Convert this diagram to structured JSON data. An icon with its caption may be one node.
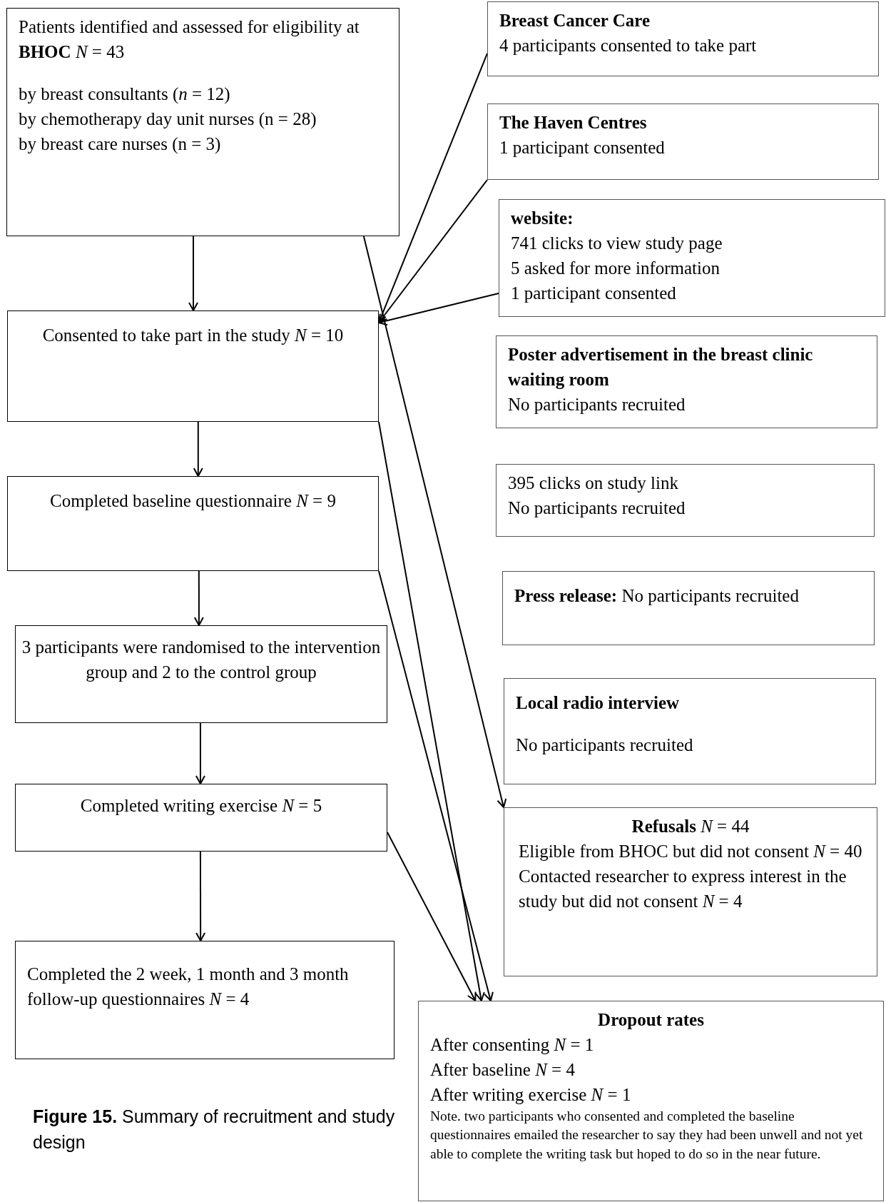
{
  "diagram": {
    "caption": "**Figure 15.** Summary of recruitment and study design",
    "nodes": [
      {
        "text": [
          "Patients identified and assessed for eligibility at **BHOC**   *N* = 43",
          "by breast consultants (*n* = 12)",
          "by chemotherapy day unit nurses (n = 28)",
          "by breast care nurses (n = 3)"
        ]
      },
      {
        "text": [
          "Consented to take part in the study *N* = 10"
        ]
      },
      {
        "text": [
          "Completed baseline questionnaire *N* = 9"
        ]
      },
      {
        "text": [
          "3 participants were randomised to the intervention group and 2 to the control group"
        ]
      },
      {
        "text": [
          "Completed writing exercise *N* = 5"
        ]
      },
      {
        "text": [
          "Completed the 2 week, 1 month and 3 month follow-up questionnaires *N* = 4"
        ]
      },
      {
        "text": [
          "Breast Cancer Care",
          "4 participants consented to take part"
        ]
      },
      {
        "text": [
          "The Haven Centres",
          "1 participant consented"
        ]
      },
      {
        "text": [
          "website:",
          "741 clicks to view study page",
          "5 asked for more information",
          "1 participant consented"
        ]
      },
      {
        "text": [
          "Poster advertisement in the breast clinic waiting room",
          "No participants recruited"
        ]
      },
      {
        "text": [
          "395 clicks on study link",
          "No participants recruited"
        ]
      },
      {
        "text": [
          "**Press release:** No participants recruited"
        ]
      },
      {
        "text": [
          "Local radio interview",
          "No participants recruited"
        ]
      },
      {
        "text": [
          "**Refusals** *N* = 44",
          "Eligible from BHOC but did not consent *N* = 40",
          "Contacted researcher to express interest in the study but did not consent *N* = 4"
        ]
      },
      {
        "text": [
          "Dropout rates",
          "After consenting *N* = 1",
          "After baseline *N* = 4",
          "After writing exercise *N* = 1",
          "Note. two participants who consented and completed the baseline questionnaires emailed the researcher to say they had been unwell and not yet able to complete the writing task but hoped to do so in the near future."
        ]
      }
    ],
    "edges": [
      {
        "from": 0,
        "to": 1,
        "arrow": "to"
      },
      {
        "from": 1,
        "to": 2,
        "arrow": "to"
      },
      {
        "from": 2,
        "to": 3,
        "arrow": "to"
      },
      {
        "from": 3,
        "to": 4,
        "arrow": "to"
      },
      {
        "from": 4,
        "to": 5,
        "arrow": "to"
      },
      {
        "from": 6,
        "to": 1,
        "arrow": "to"
      },
      {
        "from": 7,
        "to": 1,
        "arrow": "to"
      },
      {
        "from": 8,
        "to": 1,
        "arrow": "to"
      },
      {
        "from": 0,
        "to": 13,
        "arrow": "to"
      },
      {
        "from": 1,
        "to": 14,
        "arrow": "to"
      },
      {
        "from": 2,
        "to": 14,
        "arrow": "to"
      },
      {
        "from": 4,
        "to": 14,
        "arrow": "to"
      }
    ]
  }
}
